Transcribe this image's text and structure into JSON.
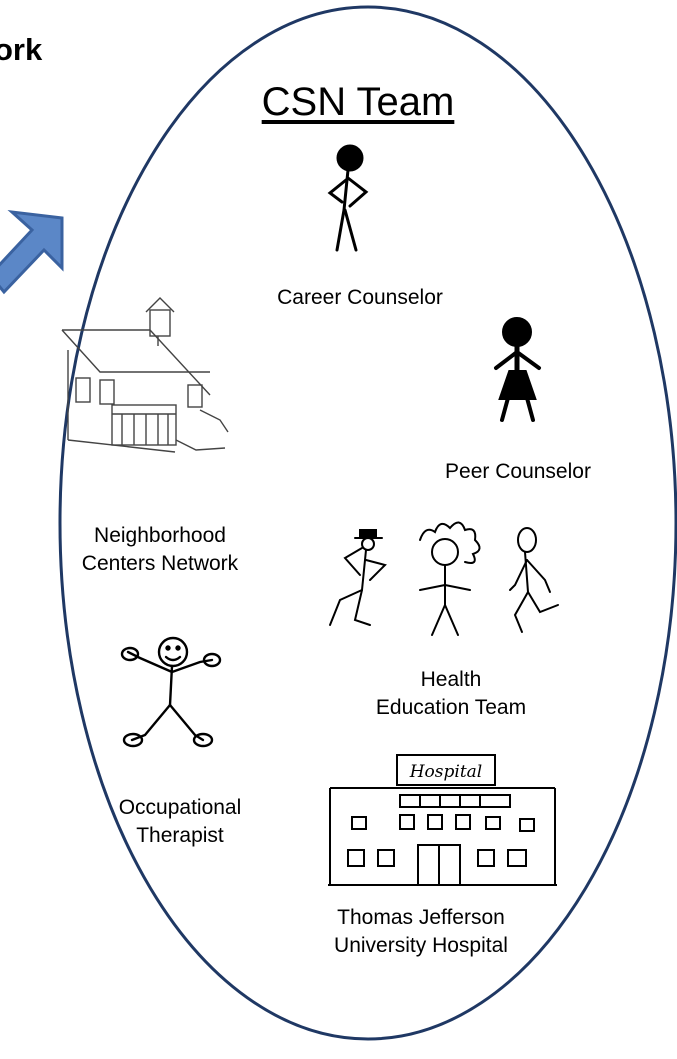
{
  "page_title_fragment": "ork",
  "team_title": "CSN Team",
  "members": {
    "career_counselor": "Career Counselor",
    "peer_counselor": "Peer Counselor",
    "neighborhood_line1": "Neighborhood",
    "neighborhood_line2": "Centers Network",
    "health_line1": "Health",
    "health_line2": "Education Team",
    "occupational_line1": "Occupational",
    "occupational_line2": "Therapist",
    "hospital_line1": "Thomas Jefferson",
    "hospital_line2": "University Hospital"
  },
  "hospital_sign": "Hospital",
  "colors": {
    "outline": "#1f3864",
    "arrow_fill": "#5b87c7",
    "arrow_stroke": "#3a62a0"
  }
}
